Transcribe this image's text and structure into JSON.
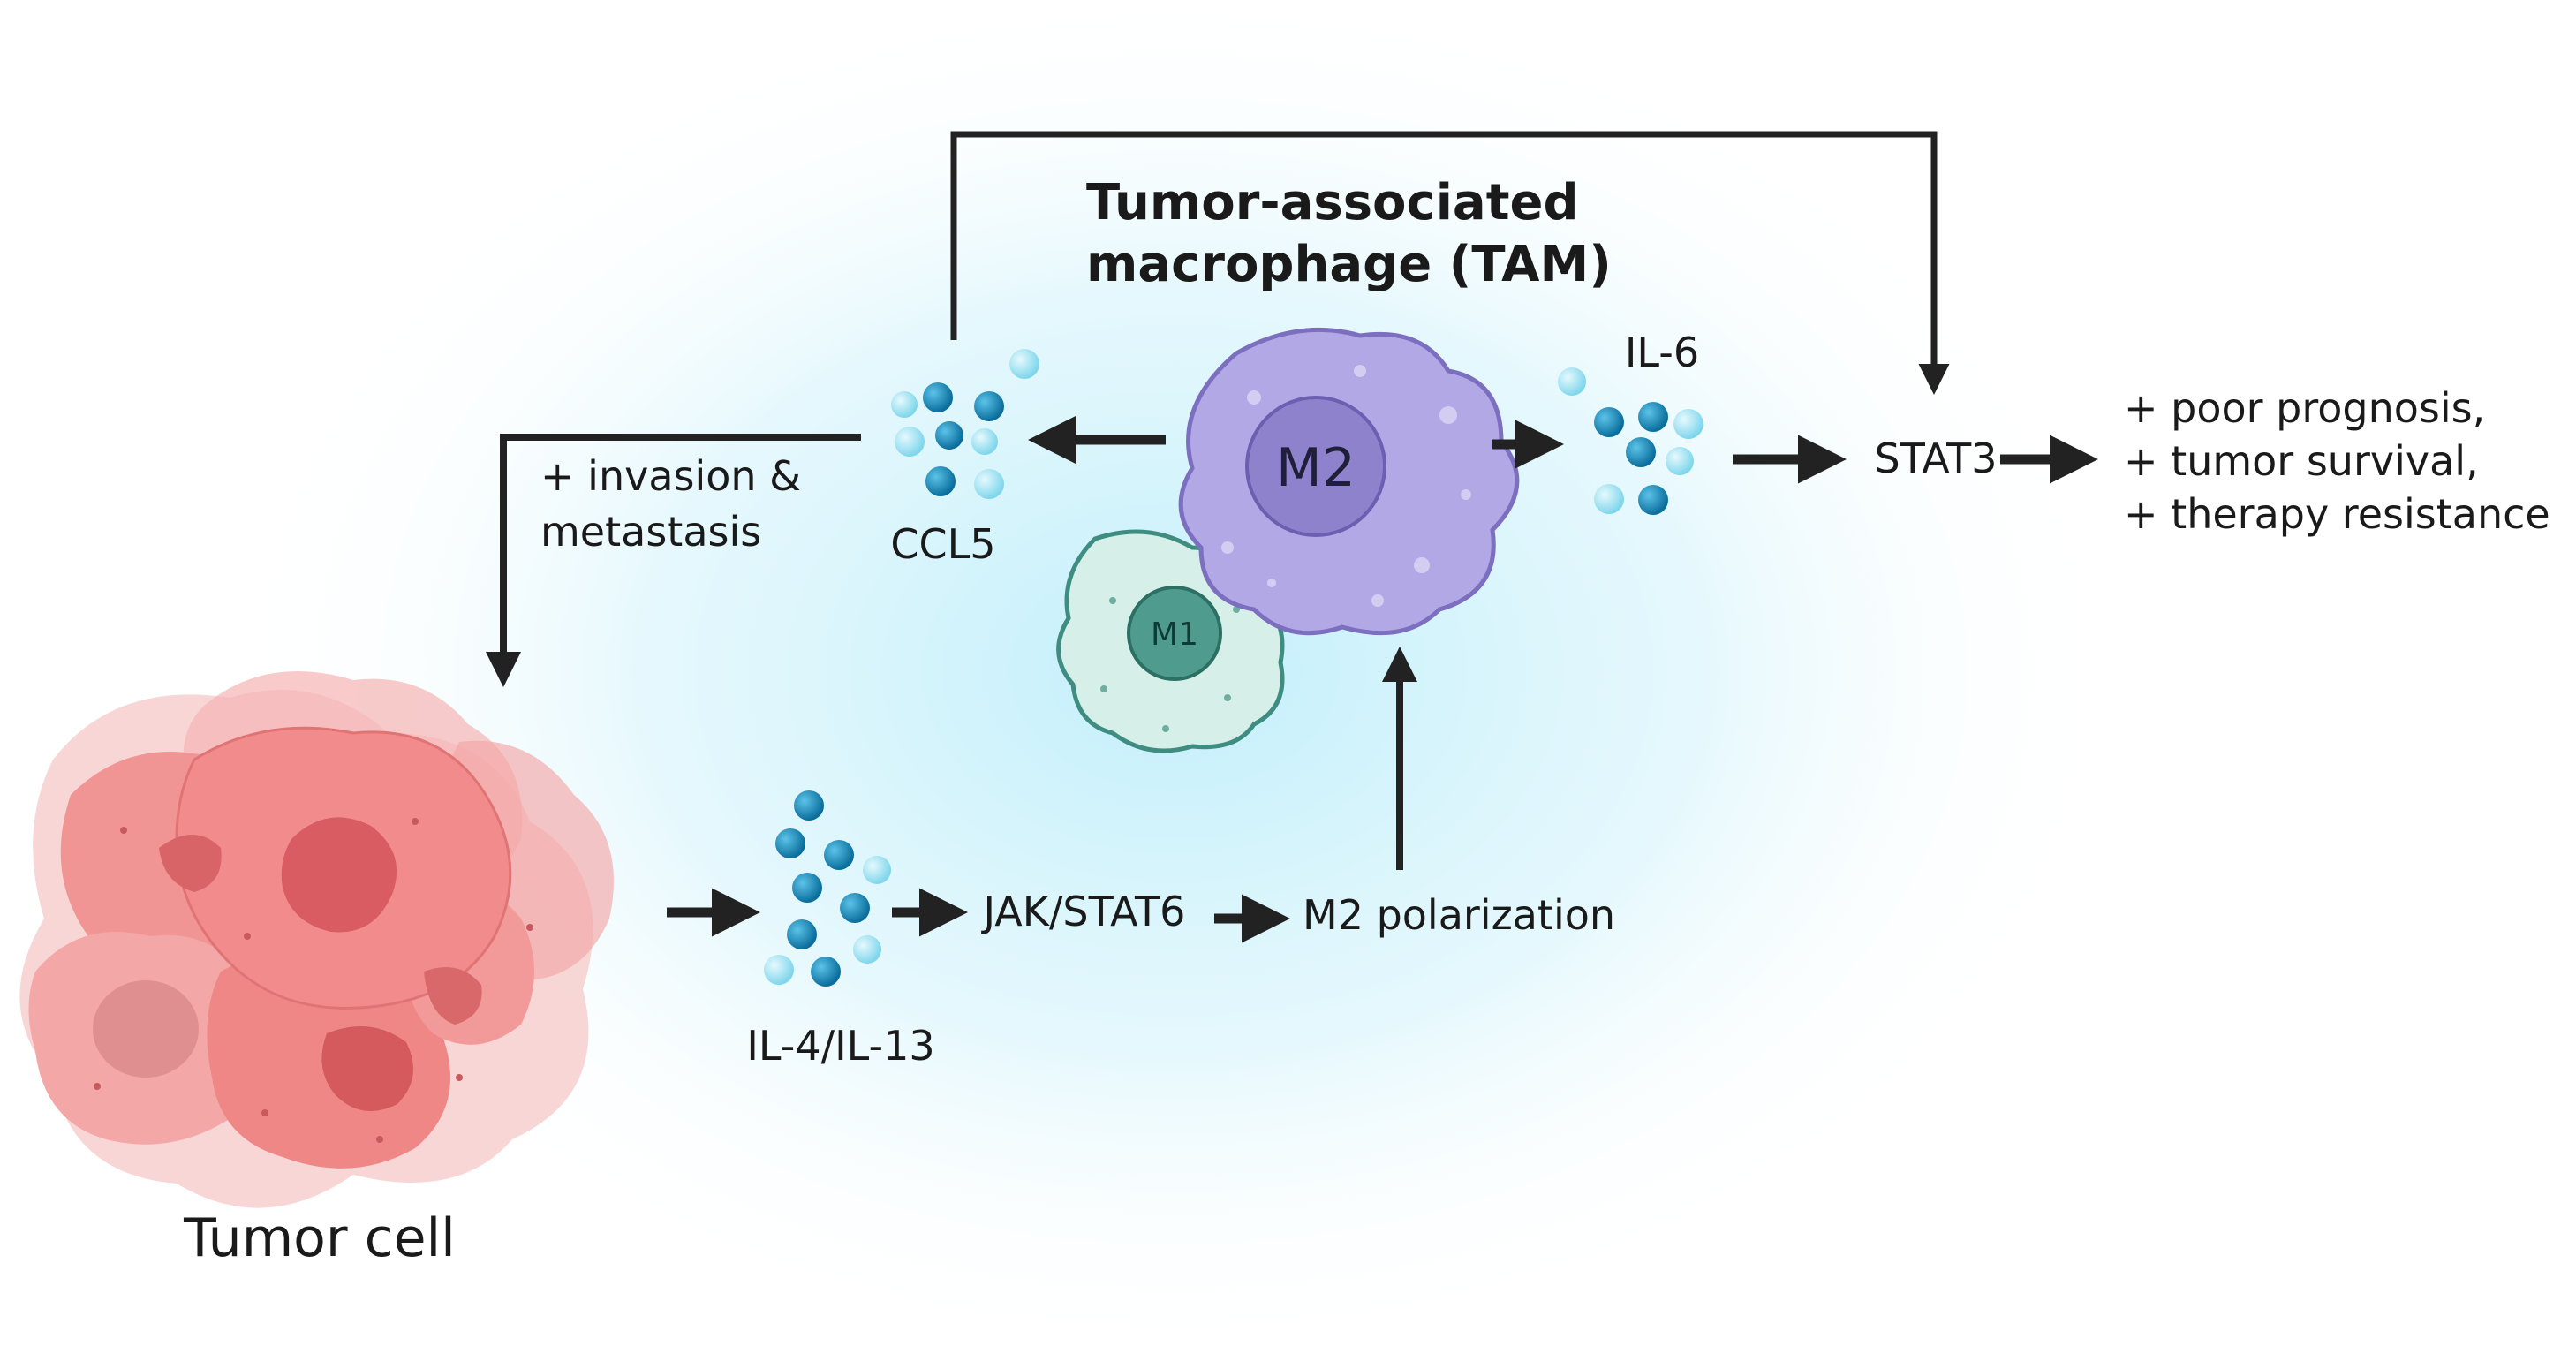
{
  "title": {
    "line1": "Tumor-associated",
    "line2": "macrophage (TAM)"
  },
  "cells": {
    "m2": "M2",
    "m1": "M1",
    "tumor": "Tumor cell"
  },
  "cytokines": {
    "ccl5": "CCL5",
    "il6": "IL-6",
    "il4_il13": "IL-4/IL-13"
  },
  "pathway": {
    "stat3": "STAT3",
    "jak_stat6": "JAK/STAT6",
    "m2_polarization": "M2 polarization"
  },
  "effects": {
    "invasion_line1": "+ invasion &",
    "invasion_line2": "metastasis",
    "outcome_line1": "+ poor prognosis,",
    "outcome_line2": "+ tumor survival,",
    "outcome_line3": "+ therapy resistance"
  },
  "colors": {
    "background_glow": "#bfeefb",
    "m2_cell": "#b3a8e6",
    "m2_nucleus": "#8f82cc",
    "m1_cell": "#d7efe9",
    "m1_nucleus": "#4f9c8e",
    "tumor_cell": "#f08a8a",
    "tumor_nucleus": "#d95f63",
    "cytokine_dark": "#0e83b8",
    "cytokine_light": "#9fe3f2",
    "arrow": "#222222"
  }
}
